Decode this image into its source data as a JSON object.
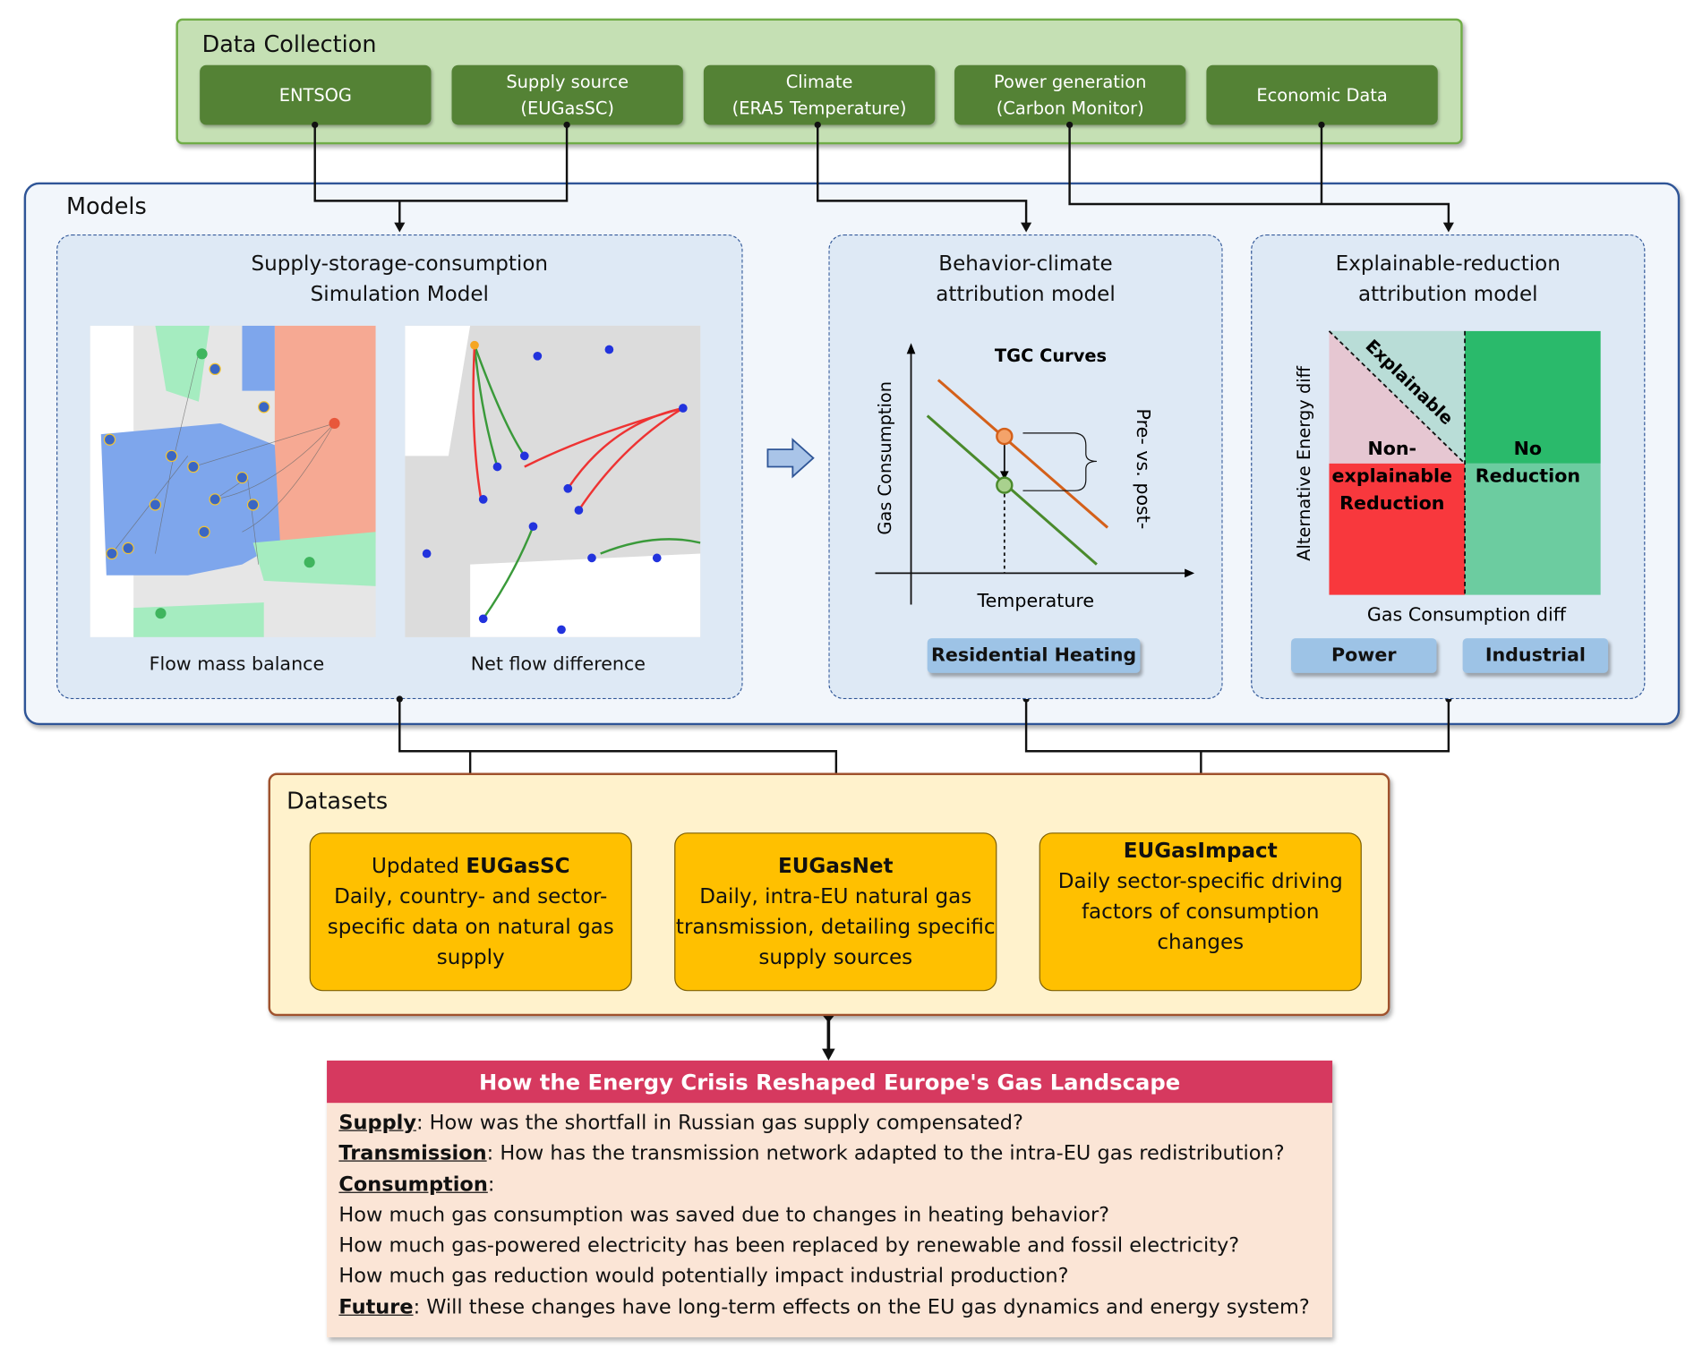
{
  "data_collection": {
    "title": "Data Collection",
    "sources": [
      "ENTSOG",
      "Supply source\n(EUGasSC)",
      "Climate\n(ERA5 Temperature)",
      "Power generation\n(Carbon Monitor)",
      "Economic Data"
    ]
  },
  "models": {
    "title": "Models",
    "simulation": {
      "title": "Supply-storage-consumption\nSimulation Model",
      "map_captions": [
        "Flow mass balance",
        "Net flow difference"
      ]
    },
    "behavior": {
      "title": "Behavior-climate\nattribution model",
      "chart_title": "TGC Curves",
      "y_label": "Gas Consumption",
      "x_label": "Temperature",
      "annotation": "Pre- vs. post-",
      "tag": "Residential Heating"
    },
    "explainable": {
      "title": "Explainable-reduction\nattribution model",
      "y_label": "Alternative Energy diff",
      "x_label": "Gas Consumption diff",
      "quadrants": {
        "explainable": "Explainable",
        "non_explainable": "Non-\nexplainable\nReduction",
        "no_reduction": "No\nReduction"
      },
      "tags": [
        "Power",
        "Industrial"
      ]
    }
  },
  "datasets": {
    "title": "Datasets",
    "items": [
      {
        "prefix": "Updated ",
        "name": "EUGasSC",
        "desc": "Daily, country- and sector-specific data on natural gas supply"
      },
      {
        "prefix": "",
        "name": "EUGasNet",
        "desc": "Daily, intra-EU natural gas transmission, detailing specific supply sources"
      },
      {
        "prefix": "",
        "name": "EUGasImpact",
        "desc": "Daily sector-specific driving factors of consumption changes"
      }
    ]
  },
  "questions": {
    "title": "How the Energy Crisis Reshaped Europe's Gas Landscape",
    "supply_label": "Supply",
    "supply": ": How was the shortfall in Russian gas supply compensated?",
    "transmission_label": "Transmission",
    "transmission": ": How has the transmission network adapted to the intra-EU gas redistribution?",
    "consumption_label": "Consumption",
    "consumption": ":",
    "consumption_items": [
      "How much gas consumption was saved due to changes in heating behavior?",
      "How much gas-powered electricity has been replaced by renewable and fossil electricity?",
      "How much gas reduction would potentially impact industrial production?"
    ],
    "future_label": "Future",
    "future": ": Will these changes have long-term effects on the EU gas dynamics and energy system?"
  },
  "colors": {
    "source_green": "#548235",
    "dataset_gold": "#ffc000",
    "question_header": "#d6395f",
    "explainable": "#b9ddd7",
    "non_explainable": "#f8383d",
    "no_reduction": "#2aba6b"
  }
}
